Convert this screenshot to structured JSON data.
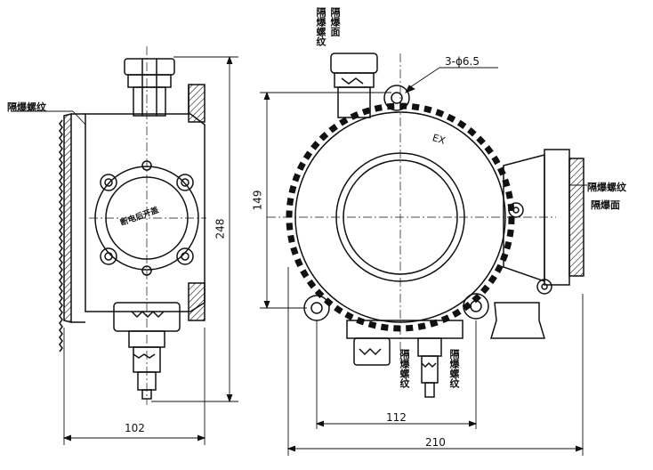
{
  "labels": {
    "left_thread": "隔爆螺纹",
    "top_thread": "隔爆螺纹",
    "top_face": "隔爆面",
    "right_thread": "隔爆螺纹",
    "right_face": "隔爆面",
    "bottom_thread_1": "隔爆螺纹",
    "bottom_thread_2": "隔爆螺纹",
    "holes": "3-ϕ6.5",
    "ex_mark": "EX",
    "cover_warning": "断电后开盖"
  },
  "dimensions": {
    "left_width": "102",
    "left_height": "248",
    "right_height": "149",
    "right_inner_width": "112",
    "right_total_width": "210"
  }
}
